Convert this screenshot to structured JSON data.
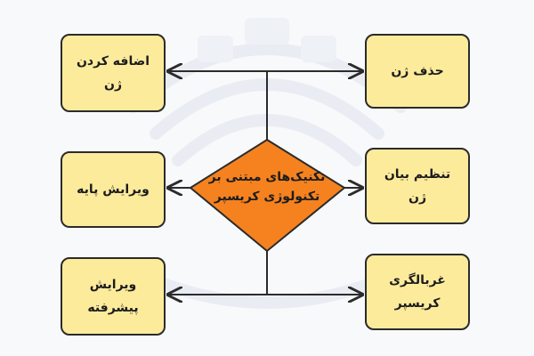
{
  "center": {
    "text": "تکنیک‌های مبتنی بر\nتکنولوژی کریسپر"
  },
  "nodes": {
    "add_gene": "اضافه کردن\nژن",
    "delete_gene": "حذف ژن",
    "base_editing": "ویرایش پایه",
    "gene_regulation": "تنظیم بیان\nژن",
    "prime_editing": "ویرایش پیشرفته",
    "crispr_screening": "غربالگری\nکریسپر"
  },
  "colors": {
    "node_fill": "#fdeb9c",
    "center_fill": "#f5821f",
    "stroke": "#2b2b2b",
    "background": "#f8f9fb"
  }
}
